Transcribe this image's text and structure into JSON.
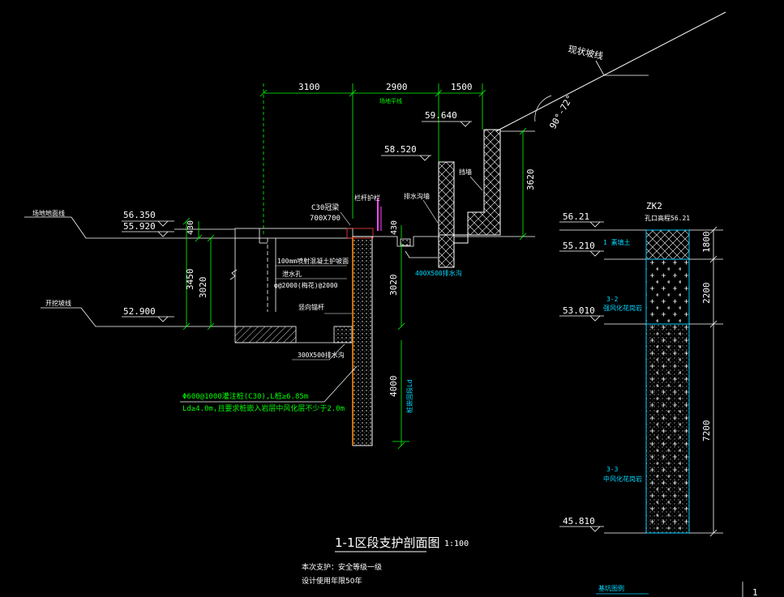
{
  "drawing": {
    "title": "1-1区段支护剖面图",
    "scale": "1:100",
    "notes": [
      "本次支护：安全等级一级",
      "设计使用年限50年"
    ],
    "corner_mark": "1"
  },
  "dimensions_top": [
    "3100",
    "2900",
    "1500"
  ],
  "dim_top_sub": "场地平线",
  "elevations": {
    "e59640": "59.640",
    "e58520": "58.520",
    "e56350": "56.350",
    "e55920": "55.920",
    "e52900": "52.900"
  },
  "labels": {
    "existing_slope": "现状坡线",
    "slope_angle": "90°-72°",
    "retaining_wall": "挡墙",
    "site_ground": "场地地面线",
    "excavation_line": "开挖坡线",
    "cap_beam": "C30冠梁",
    "cap_beam_size": "700X700",
    "railing": "栏杆护栏",
    "drain_wall": "排水沟墙",
    "shotcrete": "100mm喷射混凝土护坡面",
    "weep_hole": "泄水孔",
    "weep_spec": "φ@2000(梅花)@2000",
    "anchor": "竖向锚杆",
    "ditch_top": "400X500排水沟",
    "ditch_bottom": "300X500排水沟",
    "pile_spec": "Φ600@1000灌注桩(C30),L桩≥6.85m",
    "pile_embed": "Ld≥4.0m,且要求桩嵌入岩层中风化层不少于2.0m",
    "pile_embed_vert": "桩嵌固段Ld"
  },
  "dims_vertical": {
    "d3620": "3620",
    "d430a": "430",
    "d3450": "3450",
    "d3020a": "3020",
    "d430b": "430",
    "d3020b": "3020",
    "d4000": "4000"
  },
  "borehole": {
    "name": "ZK2",
    "collar": "孔口高程56.21",
    "elev_top": "56.21",
    "elev_1": "55.210",
    "elev_2": "53.010",
    "elev_3": "45.810",
    "layer1": "1 素填土",
    "layer2_code": "3-2",
    "layer2_name": "强风化花岗岩",
    "layer3_code": "3-3",
    "layer3_name": "中风化花岗岩",
    "thick1": "1800",
    "thick2": "2200",
    "thick3": "7200"
  },
  "bottom_label": "基坑图例"
}
